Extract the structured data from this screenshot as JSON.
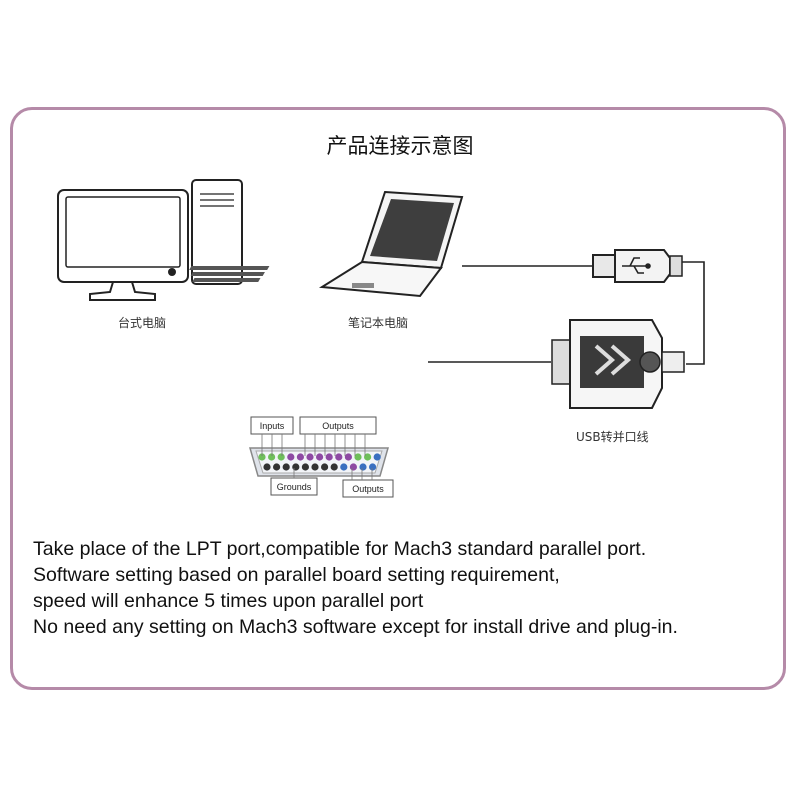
{
  "title": "产品连接示意图",
  "captions": {
    "desktop": "台式电脑",
    "laptop": "笔记本电脑",
    "adapter": "USB转并口线"
  },
  "pinout": {
    "inputs_label": "Inputs",
    "outputs_top_label": "Outputs",
    "grounds_label": "Grounds",
    "outputs_bottom_label": "Outputs"
  },
  "description": [
    "Take place of the LPT port,compatible for Mach3 standard parallel port.",
    "Software setting based on parallel board setting requirement,",
    "speed will enhance 5 times upon parallel port",
    "No need any setting on Mach3 software except for install drive and plug-in."
  ],
  "colors": {
    "frame": "#b58aa8",
    "pin_green": "#6fbf5a",
    "pin_purple": "#8e4aa3",
    "pin_blue": "#3a6fc0",
    "pin_dark": "#333333"
  },
  "icons": [
    "desktop-computer-icon",
    "laptop-icon",
    "usb-plug-icon",
    "db25-connector-icon"
  ]
}
